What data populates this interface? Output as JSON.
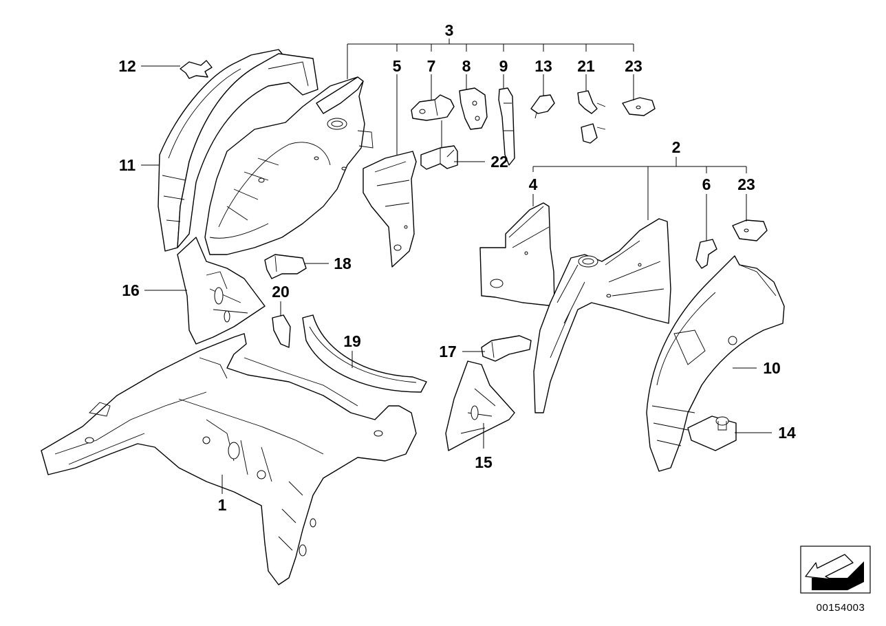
{
  "callouts": {
    "c1": "1",
    "c2": "2",
    "c3": "3",
    "c4": "4",
    "c5": "5",
    "c6": "6",
    "c7": "7",
    "c8": "8",
    "c9": "9",
    "c10": "10",
    "c11": "11",
    "c12": "12",
    "c13": "13",
    "c14": "14",
    "c15": "15",
    "c16": "16",
    "c17": "17",
    "c18": "18",
    "c19": "19",
    "c20": "20",
    "c21": "21",
    "c22": "22",
    "c23a": "23",
    "c23b": "23"
  },
  "diagram_code": "00154003",
  "icons": {
    "nav": "arrow-down-left-icon"
  }
}
